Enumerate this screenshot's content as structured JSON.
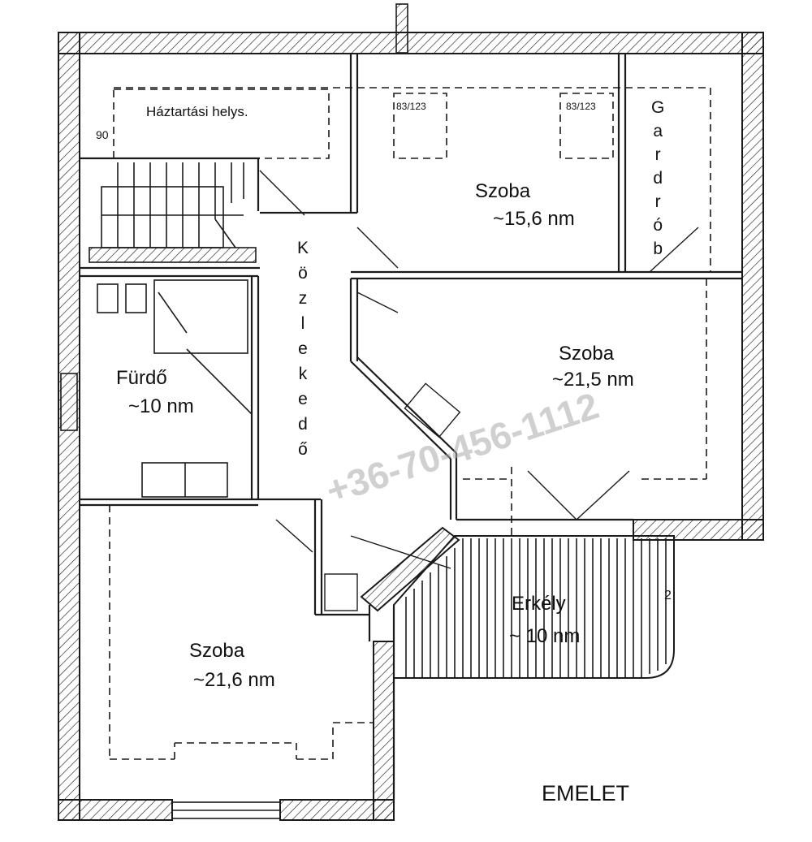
{
  "plan": {
    "title": "EMELET",
    "watermark": "+36-70-456-1112",
    "rooms": {
      "utility": {
        "name": "Háztartási helys."
      },
      "bedroom_top": {
        "name": "Szoba",
        "area": "~15,6 nm"
      },
      "wardrobe": {
        "name": "Gardrób"
      },
      "corridor": {
        "name": "Közlekedő"
      },
      "bathroom": {
        "name": "Fürdő",
        "area": "~10 nm"
      },
      "bedroom_right": {
        "name": "Szoba",
        "area": "~21,5 nm"
      },
      "bedroom_left": {
        "name": "Szoba",
        "area": "~21,6 nm"
      },
      "balcony": {
        "name": "Erkély",
        "area": "~ 10 nm"
      }
    },
    "dimension_notes": [
      "90",
      "83/123",
      "83/123",
      "2"
    ],
    "colors": {
      "line": "#1a1a1a",
      "wall_fill": "#ffffff",
      "watermark": "#aaaaaa"
    }
  }
}
